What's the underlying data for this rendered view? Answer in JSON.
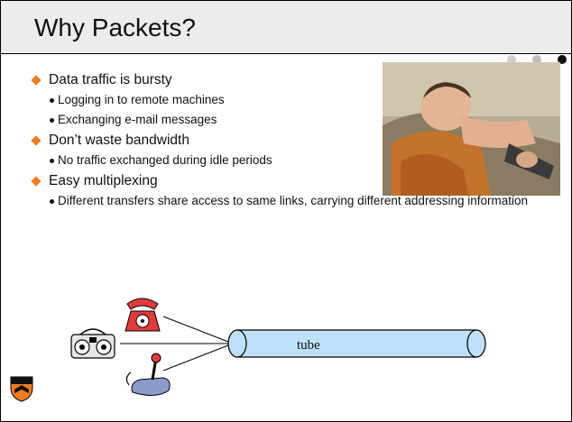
{
  "slide": {
    "title": "Why Packets?",
    "bullets": [
      {
        "text": "Data traffic is bursty",
        "sub": [
          "Logging in to remote machines",
          "Exchanging e-mail messages"
        ]
      },
      {
        "text": "Don’t waste bandwidth",
        "sub": [
          "No traffic exchanged during idle periods"
        ]
      },
      {
        "text": "Easy multiplexing",
        "sub": [
          "Different transfers share access to same links, carrying different addressing information"
        ]
      }
    ],
    "diagram": {
      "tube_label": "tube"
    }
  },
  "colors": {
    "accent": "#f07c20",
    "tube_fill": "#bfe0f8",
    "title_bg": "#ececec"
  },
  "icons": [
    "telephone-icon",
    "boombox-icon",
    "joystick-icon",
    "princeton-shield-logo"
  ]
}
